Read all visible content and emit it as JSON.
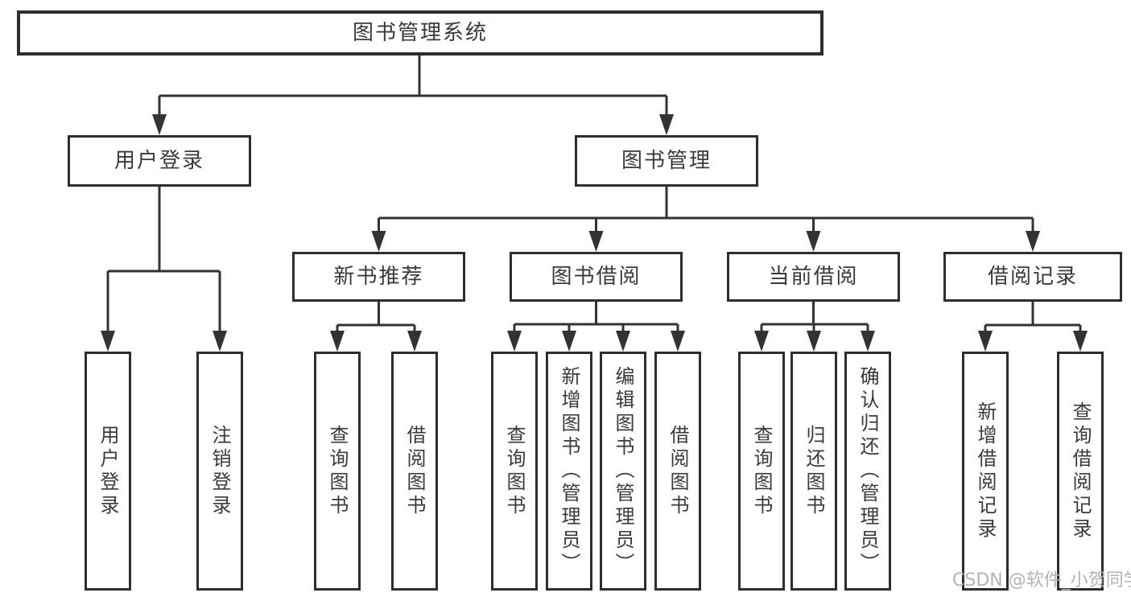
{
  "diagram_type": "tree",
  "tree": {
    "root": {
      "label": "图书管理系统"
    },
    "branches": [
      {
        "label": "用户登录",
        "leaves": [
          "用户登录",
          "注销登录"
        ]
      },
      {
        "label": "图书管理",
        "children": [
          {
            "label": "新书推荐",
            "leaves": [
              "查询图书",
              "借阅图书"
            ]
          },
          {
            "label": "图书借阅",
            "leaves": [
              "查询图书",
              "新增图书（管理员）",
              "编辑图书（管理员）",
              "借阅图书"
            ]
          },
          {
            "label": "当前借阅",
            "leaves": [
              "查询图书",
              "归还图书",
              "确认归还（管理员）"
            ]
          },
          {
            "label": "借阅记录",
            "leaves": [
              "新增借阅记录",
              "查询借阅记录"
            ]
          }
        ]
      }
    ]
  },
  "watermark": {
    "text": "CSDN @软件_小贺同学"
  },
  "colors": {
    "background": "#ffffff",
    "box_border": "#2e2e2e",
    "connector_line": "#333333",
    "label_text": "#3a3a3a",
    "watermark_text": "#b3b3b3"
  }
}
